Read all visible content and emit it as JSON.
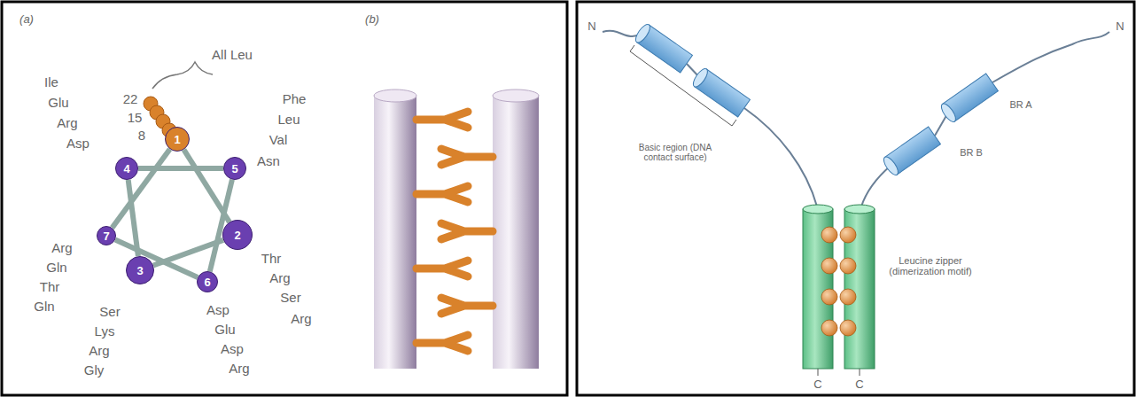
{
  "diagram": {
    "nodes": [
      {
        "text": [
          "1"
        ]
      },
      {
        "text": [
          "2"
        ]
      },
      {
        "text": [
          "3"
        ]
      },
      {
        "text": [
          "4"
        ]
      },
      {
        "text": [
          "5"
        ]
      },
      {
        "text": [
          "6"
        ]
      },
      {
        "text": [
          "7"
        ]
      }
    ],
    "edges": [
      {
        "from": 0,
        "to": 1,
        "arrow": "none"
      },
      {
        "from": 1,
        "to": 2,
        "arrow": "none"
      },
      {
        "from": 2,
        "to": 3,
        "arrow": "none"
      },
      {
        "from": 3,
        "to": 4,
        "arrow": "none"
      },
      {
        "from": 4,
        "to": 5,
        "arrow": "none"
      },
      {
        "from": 5,
        "to": 6,
        "arrow": "none"
      },
      {
        "from": 6,
        "to": 0,
        "arrow": "none"
      }
    ],
    "labels": [
      "(a)",
      "(b)",
      "22",
      "15",
      "8",
      "All Leu",
      "Ile",
      "Glu",
      "Arg",
      "Asp",
      "Phe",
      "Leu",
      "Val",
      "Asn",
      "Thr",
      "Arg",
      "Ser",
      "Arg",
      "Asp",
      "Glu",
      "Asp",
      "Arg",
      "Ser",
      "Lys",
      "Arg",
      "Gly",
      "Arg",
      "Gln",
      "Thr",
      "Gln",
      "N",
      "N",
      "Basic region (DNA contact surface)",
      "BR A",
      "BR B",
      "Leucine zipper (dimerization motif)",
      "C",
      "C"
    ]
  }
}
